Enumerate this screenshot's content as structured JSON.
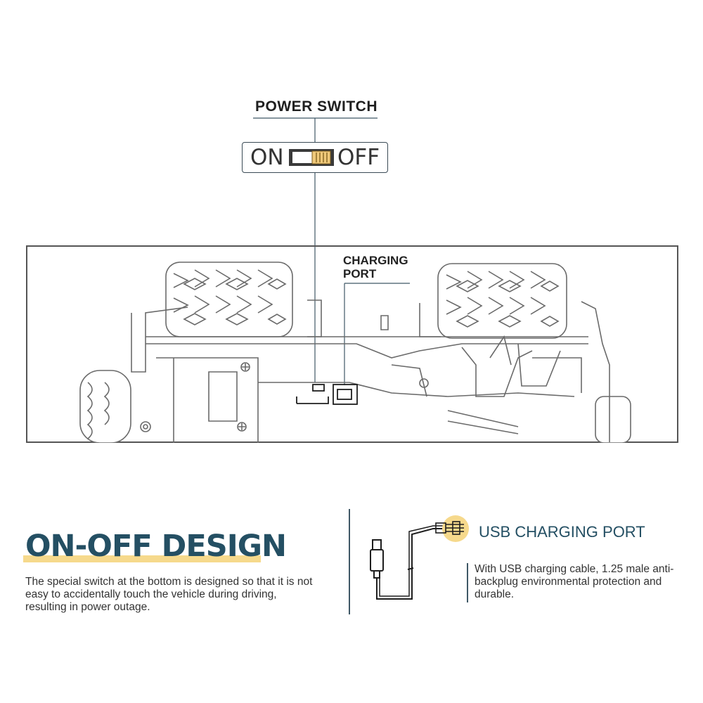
{
  "power_switch": {
    "title": "POWER SWITCH",
    "on_label": "ON",
    "off_label": "OFF"
  },
  "charging_port": {
    "label_line1": "CHARGING",
    "label_line2": "PORT"
  },
  "on_off_design": {
    "title": "ON-OFF DESIGN",
    "description": "The special switch at the bottom is designed so that it is not easy to accidentally touch the vehicle during driving, resulting in power outage."
  },
  "usb_section": {
    "title": "USB CHARGING PORT",
    "description": "With USB charging cable, 1.25 male anti-backplug environmental protection and durable."
  },
  "colors": {
    "accent_blue": "#244f63",
    "highlight_yellow": "#f6d98c",
    "switch_knob": "#f0c97a",
    "line_gray": "#555555"
  },
  "icons": [
    "usb-cable-icon",
    "power-switch-icon"
  ]
}
